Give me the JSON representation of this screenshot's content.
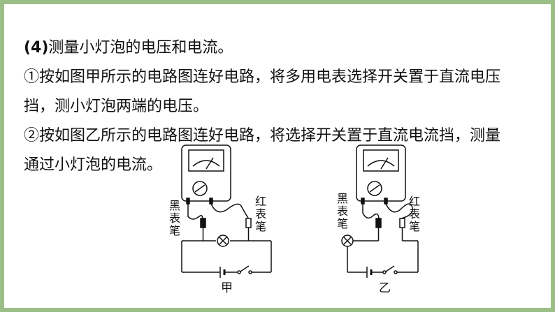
{
  "document": {
    "lines": [
      {
        "prefix": "(4)",
        "text": "测量小灯泡的电压和电流。"
      },
      {
        "prefix": "",
        "text": "①按如图甲所示的电路图连好电路，将多用电表选择开关置于直流电压"
      },
      {
        "prefix": "",
        "text": "挡，测小灯泡两端的电压。"
      },
      {
        "prefix": "",
        "text": "②按如图乙所示的电路图连好电路，将选择开关置于直流电流挡，测量"
      },
      {
        "prefix": "",
        "text": "通过小灯泡的电流。"
      }
    ]
  },
  "figures": {
    "jia": {
      "caption": "甲",
      "black_probe": "黑表笔",
      "red_probe": "红表笔"
    },
    "yi": {
      "caption": "乙",
      "black_probe": "黑表笔",
      "red_probe": "红表笔"
    }
  },
  "colors": {
    "border": "#9bbf87",
    "ink": "#111111"
  }
}
